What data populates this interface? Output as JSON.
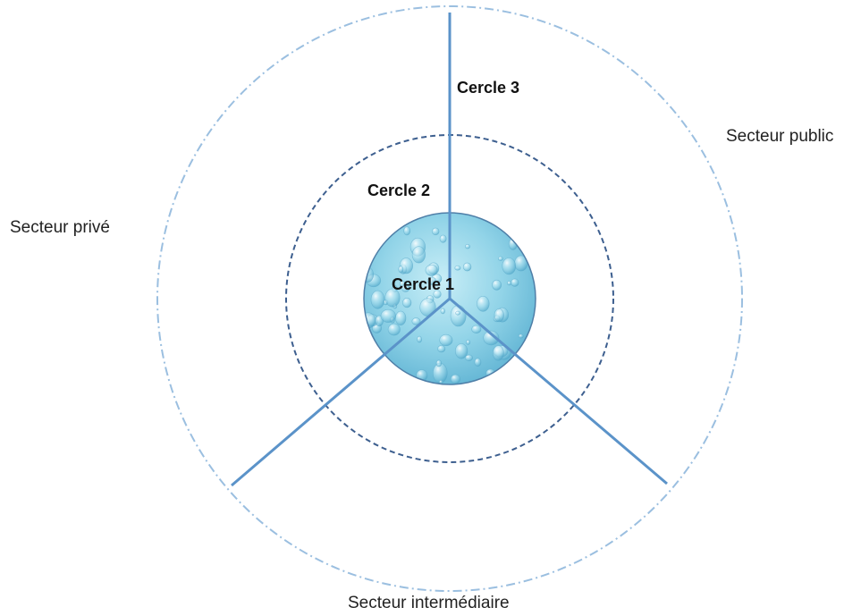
{
  "labels": {
    "cercle_1": "Cercle 1",
    "cercle_2": "Cercle 2",
    "cercle_3": "Cercle 3",
    "secteur_public": "Secteur public",
    "secteur_prive": "Secteur privé",
    "secteur_intermediaire": "Secteur intermédiaire"
  },
  "colors": {
    "outer_ring": "#9bbfe0",
    "middle_ring": "#3d5f8f",
    "spokes": "#5b93c9",
    "inner_fill": "#8fd3e6",
    "inner_stroke": "#4f7fa8"
  }
}
